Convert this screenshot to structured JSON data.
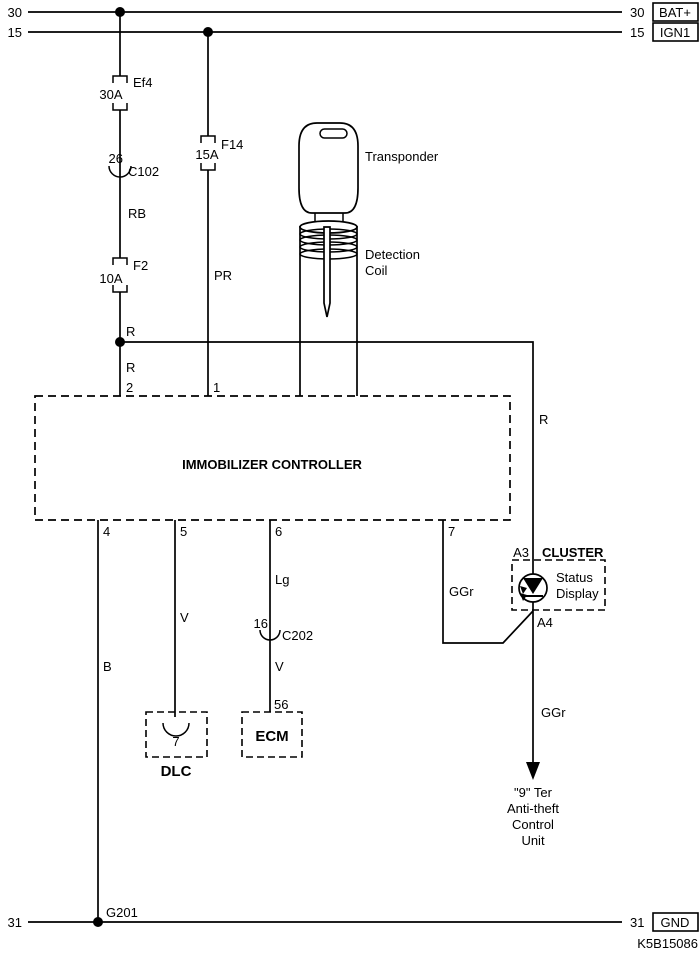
{
  "diagram_code": "K5B15086",
  "rails": {
    "bat": {
      "left_num": "30",
      "right_num": "30",
      "tag": "BAT+"
    },
    "ign": {
      "left_num": "15",
      "right_num": "15",
      "tag": "IGN1"
    },
    "gnd": {
      "left_num": "31",
      "right_num": "31",
      "tag": "GND",
      "ground_point": "G201"
    }
  },
  "fuses": {
    "ef4": {
      "name": "Ef4",
      "rating": "30A"
    },
    "f14": {
      "name": "F14",
      "rating": "15A"
    },
    "f2": {
      "name": "F2",
      "rating": "10A"
    }
  },
  "connectors": {
    "c102": {
      "pin": "26",
      "name": "C102"
    },
    "c202": {
      "pin": "16",
      "name": "C202"
    }
  },
  "wire_labels": {
    "rb": "RB",
    "pr": "PR",
    "r_above_junction": "R",
    "r_below_junction": "R",
    "r_to_cluster": "R",
    "b": "B",
    "v_dlc": "V",
    "lg": "Lg",
    "v_ecm": "V",
    "ggr_pin7": "GGr",
    "ggr_out": "GGr"
  },
  "immobilizer": {
    "title": "IMMOBILIZER CONTROLLER",
    "pin_top_left": "2",
    "pin_top_right": "1",
    "pin_b1": "4",
    "pin_b2": "5",
    "pin_b3": "6",
    "pin_b4": "7"
  },
  "transponder": {
    "label": "Transponder",
    "coil_line1": "Detection",
    "coil_line2": "Coil"
  },
  "cluster": {
    "title": "CLUSTER",
    "pin_in": "A3",
    "pin_out": "A4",
    "display_line1": "Status",
    "display_line2": "Display"
  },
  "dlc": {
    "title": "DLC",
    "pin": "7"
  },
  "ecm": {
    "title": "ECM",
    "pin": "56"
  },
  "anti_theft": {
    "line1": "\"9\" Ter",
    "line2": "Anti-theft",
    "line3": "Control",
    "line4": "Unit"
  }
}
